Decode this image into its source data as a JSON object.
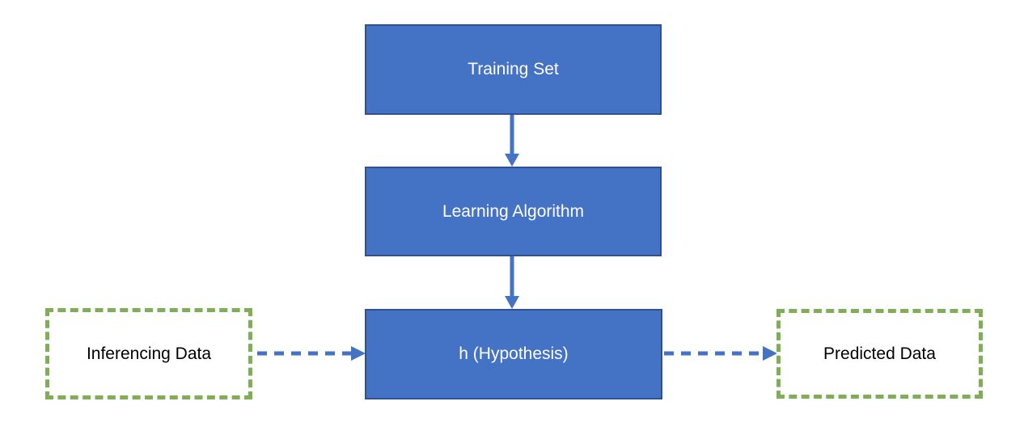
{
  "nodes": {
    "training_set": "Training Set",
    "learning_algorithm": "Learning Algorithm",
    "hypothesis": "h (Hypothesis)",
    "inferencing_data": "Inferencing Data",
    "predicted_data": "Predicted Data"
  },
  "edges": [
    {
      "from": "training_set",
      "to": "learning_algorithm",
      "style": "solid-arrow"
    },
    {
      "from": "learning_algorithm",
      "to": "hypothesis",
      "style": "solid-arrow"
    },
    {
      "from": "inferencing_data",
      "to": "hypothesis",
      "style": "dashed-arrow"
    },
    {
      "from": "hypothesis",
      "to": "predicted_data",
      "style": "dashed-arrow"
    }
  ],
  "colors": {
    "node_fill": "#4472C4",
    "node_border": "#2F528F",
    "node_text": "#FFFFFF",
    "arrow": "#4472C4",
    "dashed_node_border": "#7EAE55",
    "dashed_node_text": "#000000",
    "background": "#FFFFFF"
  }
}
